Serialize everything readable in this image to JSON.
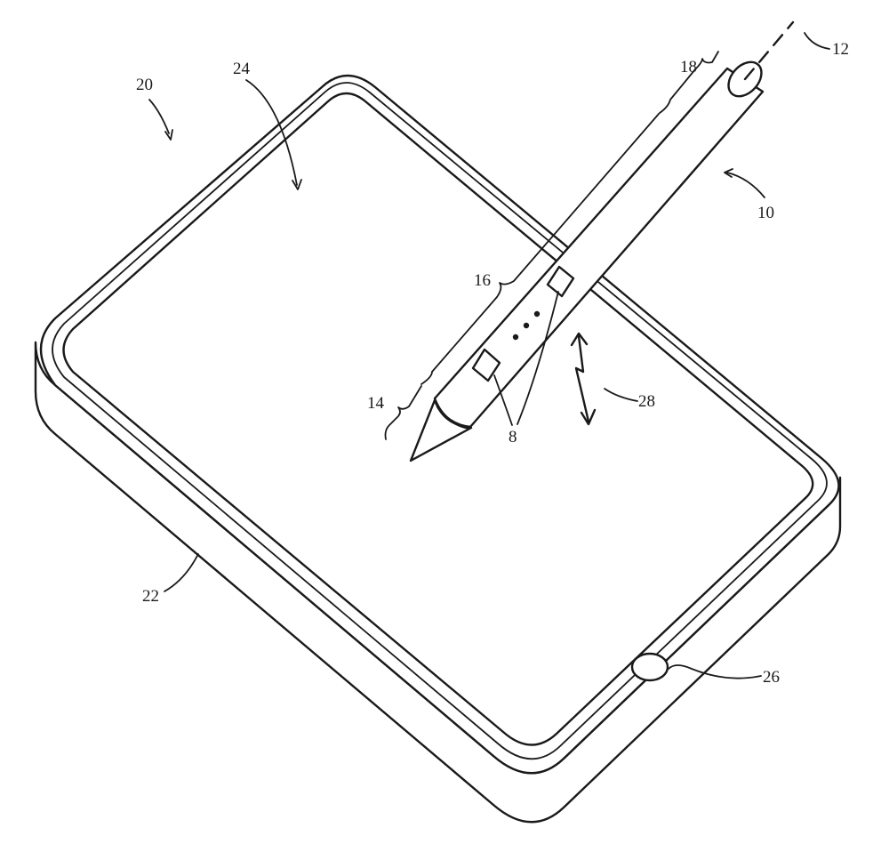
{
  "figure": {
    "reference_numerals": {
      "sub_components": "8",
      "stylus": "10",
      "axis": "12",
      "tip_portion": "14",
      "middle_portion": "16",
      "end_portion": "18",
      "system": "20",
      "device": "22",
      "touch_screen": "24",
      "button": "26",
      "wireless_link": "28"
    }
  }
}
